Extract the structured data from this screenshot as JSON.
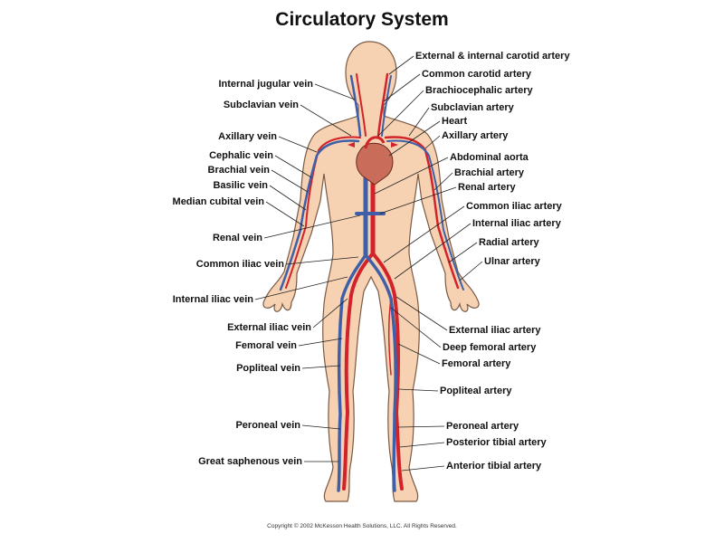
{
  "title": "Circulatory System",
  "copyright": "Copyright © 2002 McKesson Health Solutions, LLC. All Rights Reserved.",
  "colors": {
    "skin": "#f7d2b2",
    "skin_outline": "#7a5a44",
    "artery": "#d2232a",
    "vein": "#3f5fa8",
    "heart": "#c96d5a"
  },
  "left_labels": [
    "Internal jugular vein",
    "Subclavian vein",
    "Axillary vein",
    "Cephalic vein",
    "Brachial vein",
    "Basilic vein",
    "Median cubital vein",
    "Renal vein",
    "Common iliac vein",
    "Internal iliac vein",
    "External iliac vein",
    "Femoral vein",
    "Popliteal vein",
    "Peroneal vein",
    "Great saphenous vein"
  ],
  "right_labels": [
    "External & internal carotid artery",
    "Common carotid artery",
    "Brachiocephalic artery",
    "Subclavian artery",
    "Heart",
    "Axillary artery",
    "Abdominal aorta",
    "Brachial artery",
    "Renal artery",
    "Common iliac artery",
    "Internal iliac artery",
    "Radial artery",
    "Ulnar artery",
    "External iliac artery",
    "Deep femoral artery",
    "Femoral artery",
    "Popliteal artery",
    "Peroneal artery",
    "Posterior tibial artery",
    "Anterior tibial artery"
  ]
}
